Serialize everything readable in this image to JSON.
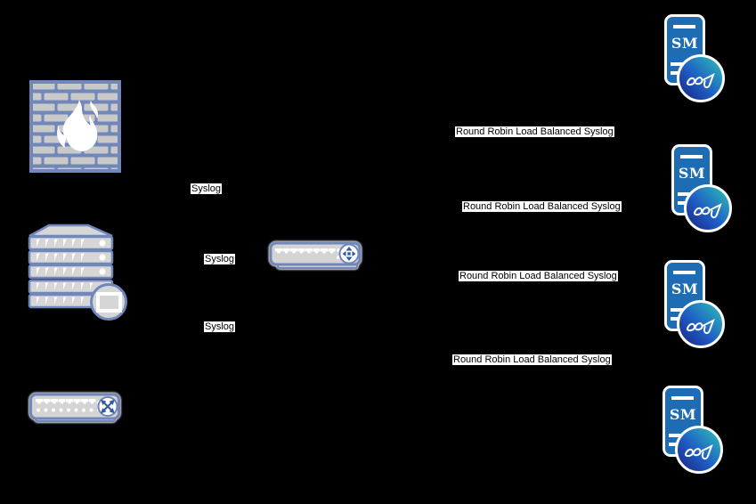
{
  "diagram_title": "Round Robin Load Balanced Syslog network diagram",
  "canvas": {
    "background": "#000000"
  },
  "colors": {
    "outline_blue": "#7187ba",
    "device_gray": "#d4d4d4",
    "brick_gray": "#c9c9c9",
    "tower_blue": "#1d6cb4",
    "glyph_blue": "#33589f",
    "badge_teal": "#2fc1b6",
    "badge_blue": "#1e5ec4",
    "badge_navy": "#1b2383",
    "label_bg": "#ffffff",
    "label_text": "#000000",
    "flame_white": "#ffffff"
  },
  "nodes": {
    "firewall": {
      "icon": "firewall-brick-flame-icon"
    },
    "server_stack": {
      "icon": "server-stack-icon"
    },
    "switch": {
      "icon": "switch-crossed-arrows-icon"
    },
    "hub": {
      "icon": "hub-load-balancer-icon"
    },
    "sm_servers": [
      {
        "label": "SM",
        "badge": "wave-logo-badge"
      },
      {
        "label": "SM",
        "badge": "wave-logo-badge"
      },
      {
        "label": "SM",
        "badge": "wave-logo-badge"
      },
      {
        "label": "SM",
        "badge": "wave-logo-badge"
      }
    ]
  },
  "labels": {
    "syslog": [
      {
        "text": "Syslog"
      },
      {
        "text": "Syslog"
      },
      {
        "text": "Syslog"
      }
    ],
    "round_robin": [
      {
        "text": "Round Robin Load Balanced Syslog"
      },
      {
        "text": "Round Robin Load Balanced Syslog"
      },
      {
        "text": "Round Robin Load Balanced Syslog"
      },
      {
        "text": "Round Robin Load Balanced Syslog"
      }
    ]
  }
}
